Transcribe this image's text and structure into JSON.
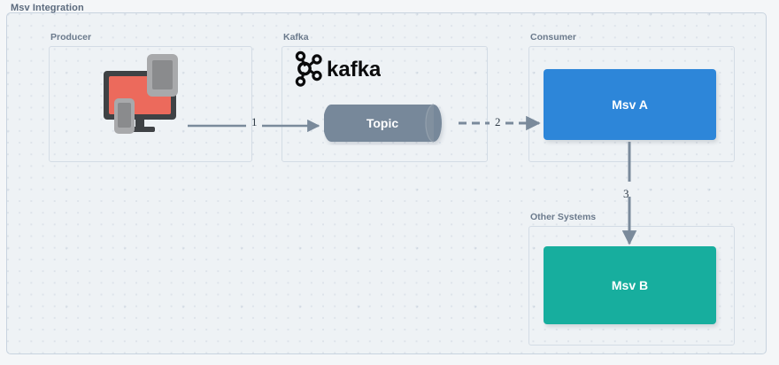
{
  "diagram": {
    "title": "Msv Integration",
    "background": "#eef2f5",
    "border_color": "#c8d3df"
  },
  "groups": [
    {
      "id": "producer",
      "label": "Producer"
    },
    {
      "id": "kafka",
      "label": "Kafka"
    },
    {
      "id": "consumer",
      "label": "Consumer"
    },
    {
      "id": "other_systems",
      "label": "Other Systems"
    }
  ],
  "nodes": {
    "producer_device": {
      "icon": "multi-device-icon",
      "screen_color": "#ec6a5c",
      "frame_color": "#3f4245",
      "accessory_color": "#a8a9ab"
    },
    "kafka_logo": {
      "wordmark": "kafka",
      "icon": "kafka-logo-icon",
      "color": "#0b0b0c"
    },
    "topic": {
      "label": "Topic",
      "shape": "cylinder",
      "color": "#77889a"
    },
    "msv_a": {
      "label": "Msv A",
      "shape": "rectangle",
      "color": "#2d86d9"
    },
    "msv_b": {
      "label": "Msv B",
      "shape": "rectangle",
      "color": "#17ae9e"
    }
  },
  "edges": [
    {
      "id": "1",
      "label": "1",
      "from": "producer_device",
      "to": "topic",
      "style": "solid",
      "arrow": "end",
      "color": "#7a8a9b"
    },
    {
      "id": "2",
      "label": "2",
      "from": "topic",
      "to": "msv_a",
      "style": "dashed",
      "arrow": "end",
      "color": "#7a8a9b"
    },
    {
      "id": "3",
      "label": "3",
      "from": "msv_a",
      "to": "msv_b",
      "style": "solid",
      "arrow": "end",
      "color": "#7a8a9b"
    }
  ]
}
